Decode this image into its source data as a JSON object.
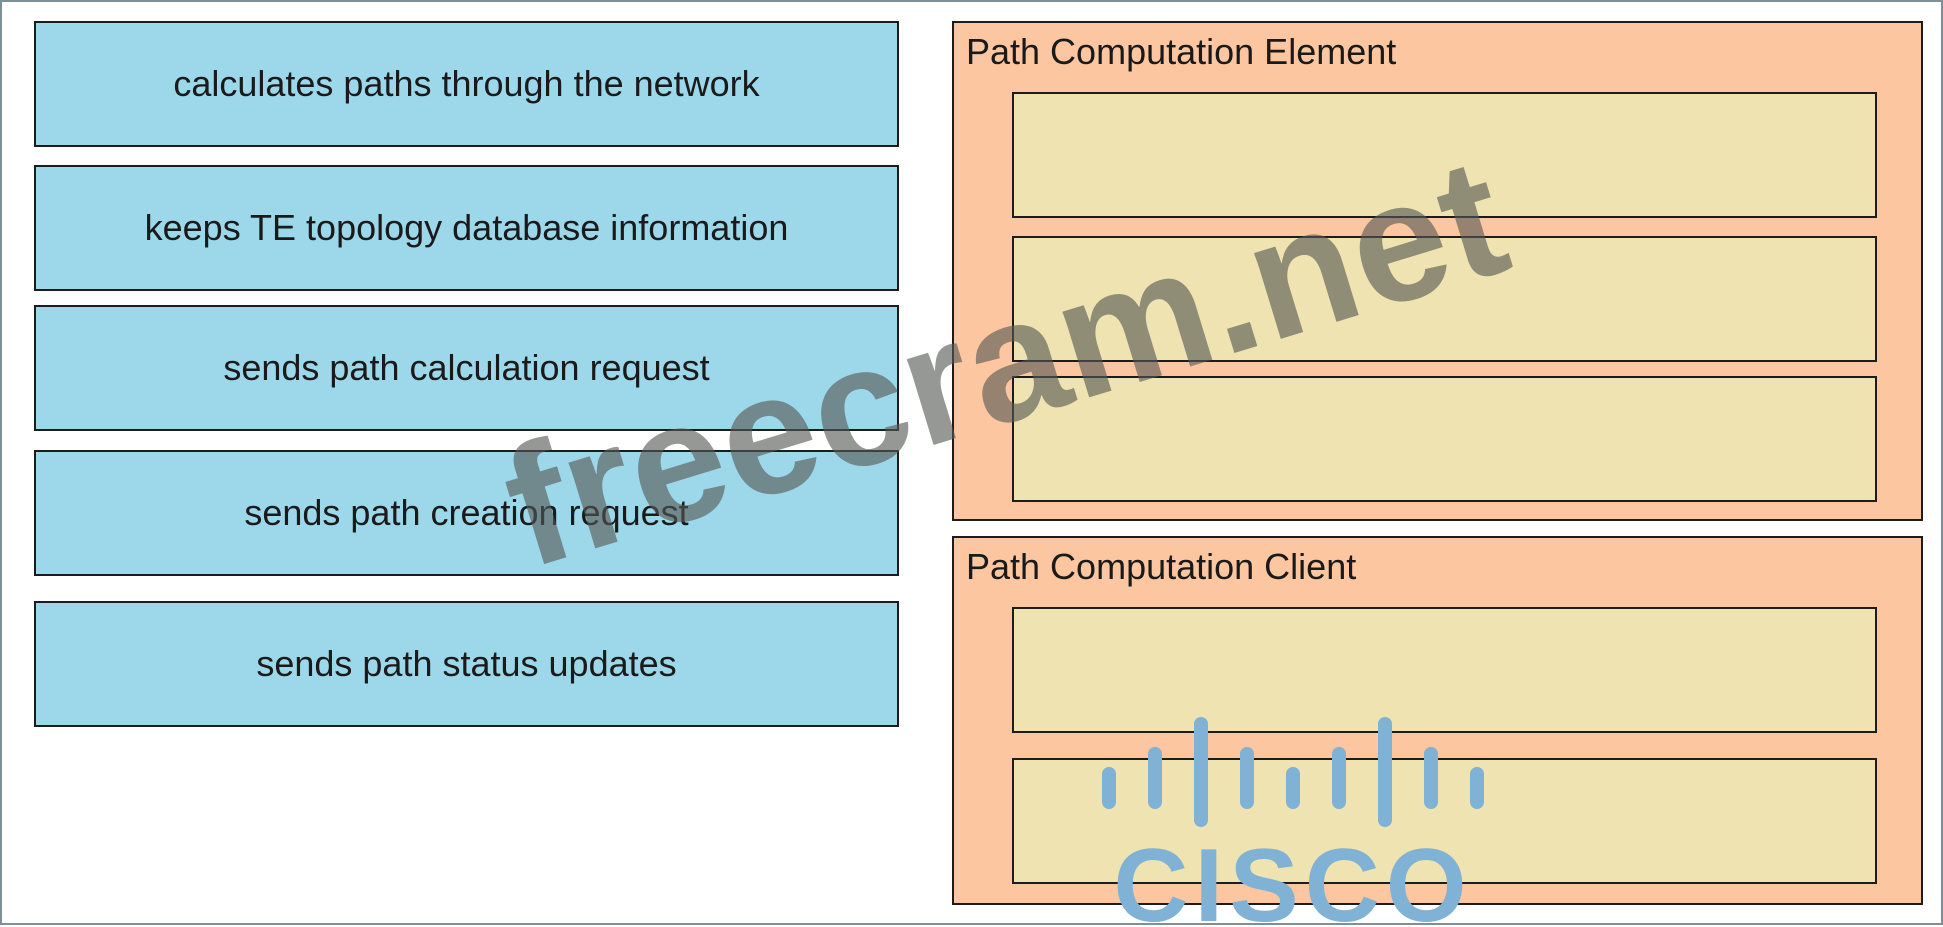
{
  "options": [
    {
      "label": "calculates paths through the network"
    },
    {
      "label": "keeps TE topology database information"
    },
    {
      "label": "sends path calculation request"
    },
    {
      "label": "sends path creation request"
    },
    {
      "label": "sends path status updates"
    }
  ],
  "panels": {
    "pce": {
      "title": "Path Computation Element",
      "slot_count": 3
    },
    "pcc": {
      "title": "Path Computation Client",
      "slot_count": 2
    }
  },
  "watermark": {
    "text": "freecram.net"
  },
  "logo": {
    "text": "CISCO",
    "icon": "cisco-bars-logo"
  },
  "colors": {
    "option_bg": "#9dd8ea",
    "panel_bg": "#fcc6a1",
    "slot_bg": "#efe3b1",
    "logo": "#7fb2d4"
  }
}
